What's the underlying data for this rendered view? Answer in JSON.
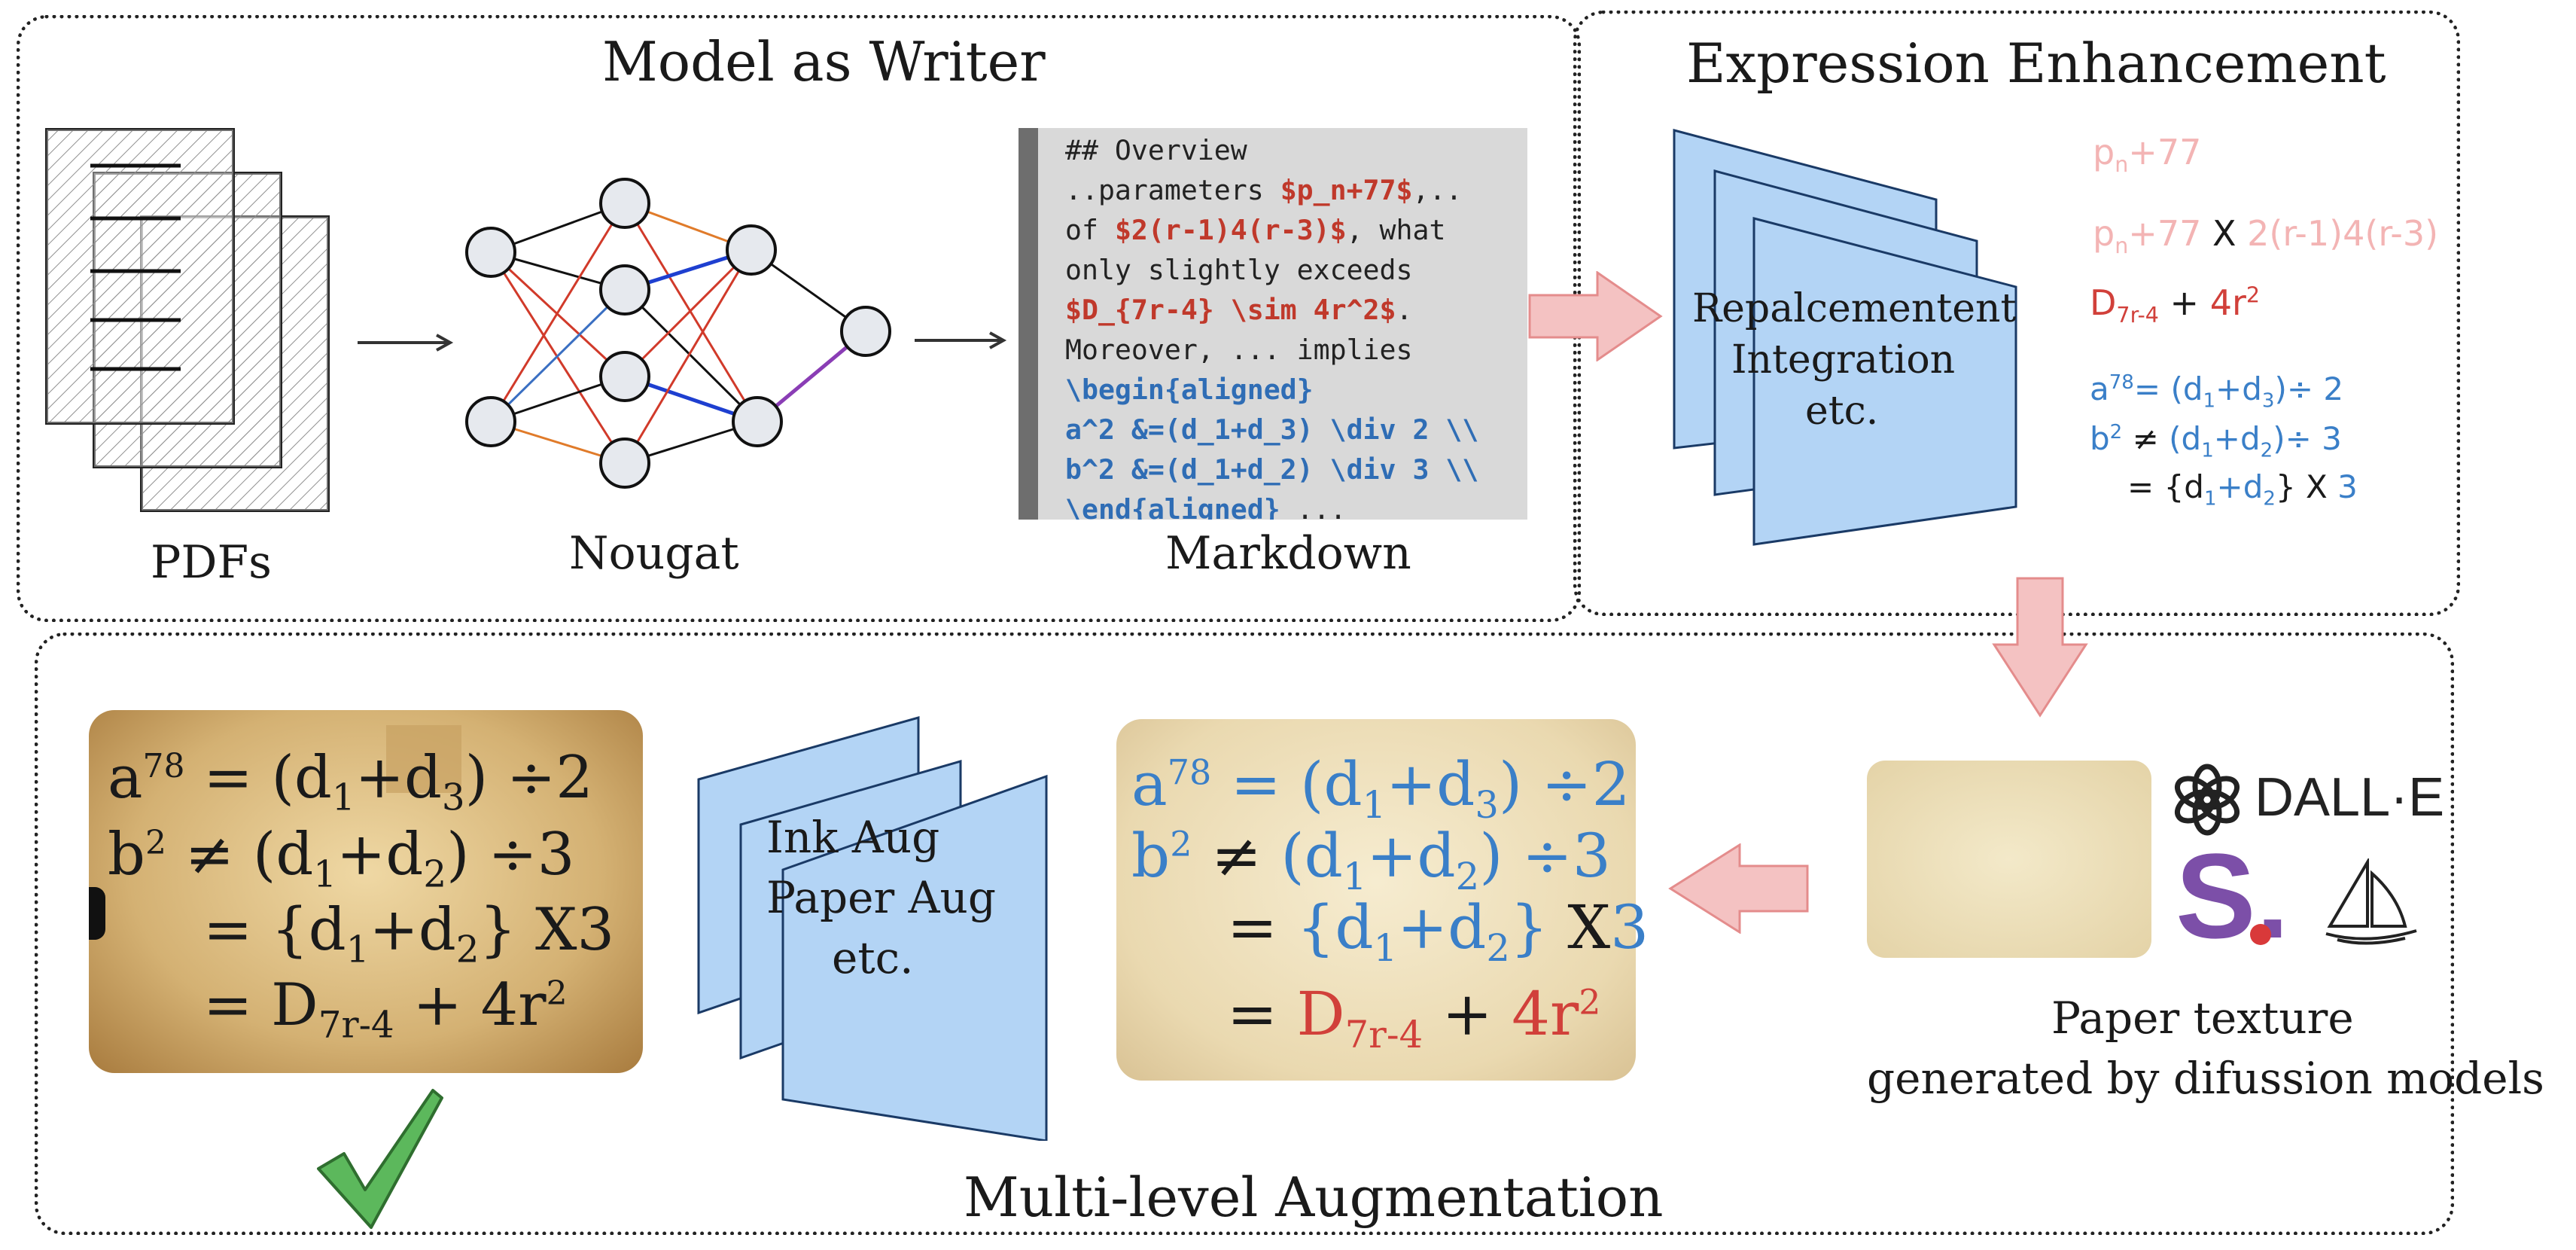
{
  "top_left_panel": {
    "title": "Model as Writer",
    "labels": {
      "pdfs": "PDFs",
      "nougat": "Nougat",
      "markdown": "Markdown"
    },
    "code_lines": [
      [
        {
          "t": "## Overview",
          "c": ""
        }
      ],
      [
        {
          "t": "..parameters ",
          "c": ""
        },
        {
          "t": "$p_n+77$",
          "c": "r"
        },
        {
          "t": ",..",
          "c": ""
        }
      ],
      [
        {
          "t": "of ",
          "c": ""
        },
        {
          "t": "$2(r-1)4(r-3)$",
          "c": "r"
        },
        {
          "t": ", what",
          "c": ""
        }
      ],
      [
        {
          "t": "only slightly exceeds",
          "c": ""
        }
      ],
      [
        {
          "t": "$D_{7r-4} \\sim 4r^2$",
          "c": "r"
        },
        {
          "t": ".",
          "c": ""
        }
      ],
      [
        {
          "t": "Moreover, ... implies",
          "c": ""
        }
      ],
      [
        {
          "t": "\\begin{aligned}",
          "c": "b"
        }
      ],
      [
        {
          "t": "a^2 &=(d_1+d_3) \\div 2 \\\\",
          "c": "b"
        }
      ],
      [
        {
          "t": "b^2 &=(d_1+d_2) \\div 3 \\\\",
          "c": "b"
        }
      ],
      [
        {
          "t": "\\end{aligned}",
          "c": "b"
        },
        {
          "t": " ...",
          "c": ""
        }
      ]
    ]
  },
  "top_right_panel": {
    "title": "Expression Enhancement",
    "stack_text": [
      "Repalcementent",
      "Integration",
      "etc."
    ],
    "math": {
      "l1": {
        "base": "p",
        "sub": "n",
        "rest": "+77"
      },
      "l2": {
        "base": "p",
        "sub": "n",
        "rest": "+77",
        "op": "X",
        "tail": "2(r-1)4(r-3)"
      },
      "l3": {
        "base": "D",
        "sub": "7r-4",
        "op": "+",
        "tail": "4r",
        "sup": "2"
      },
      "l4": {
        "a": "a",
        "asup": "78",
        "eq": "=",
        "rhs": "(d",
        "s1": "1",
        "mid": "+d",
        "s3": "3",
        "end": ")÷ 2"
      },
      "l5": {
        "b": "b",
        "bsup": "2",
        "neq": "≠",
        "rhs": "(d",
        "s1": "1",
        "mid": "+d",
        "s2": "2",
        "end": ")÷ 3"
      },
      "l6": {
        "eq": "=",
        "open": "{d",
        "s1": "1",
        "mid": "+d",
        "s2": "2",
        "close": "}",
        "op": "X",
        "three": "3"
      }
    }
  },
  "bottom_panel": {
    "title": "Multi-level Augmentation",
    "stack_text": [
      "Ink Aug",
      "Paper Aug",
      "etc."
    ],
    "texture_caption": [
      "Paper texture",
      "generated by difussion models"
    ],
    "dalle": "DALL·E",
    "logo_s": "S.",
    "equations": {
      "r1": {
        "lhs": "a",
        "lsup": "78",
        "eq": "=",
        "p1": "(d",
        "s1": "1",
        "p2": "+d",
        "s2": "3",
        "p3": ")",
        "op": "÷",
        "n": "2"
      },
      "r2": {
        "lhs": "b",
        "lsup": "2",
        "eq": "≠",
        "p1": "(d",
        "s1": "1",
        "p2": "+d",
        "s2": "2",
        "p3": ")",
        "op": "÷",
        "n": "3"
      },
      "r3": {
        "eq": "=",
        "p1": "{d",
        "s1": "1",
        "p2": "+d",
        "s2": "2",
        "p3": "}",
        "op": "X",
        "n": "3"
      },
      "r4": {
        "eq": "=",
        "base": "D",
        "sub": "7r-4",
        "op": "+",
        "tail": "4r",
        "sup": "2"
      }
    }
  },
  "colors": {
    "pink_arrow": "#f4c2c2",
    "blue_stack": "#b3d4f5",
    "red": "#d1403a",
    "blue": "#3a7fc8",
    "check_green": "#5cb85c"
  }
}
